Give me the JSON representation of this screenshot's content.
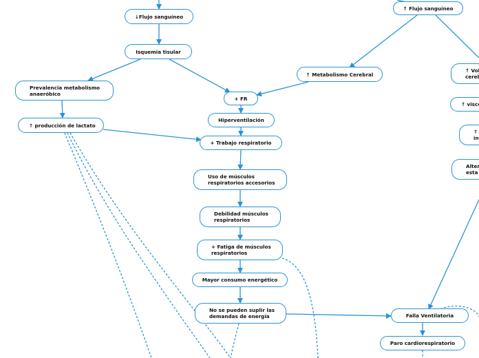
{
  "colors": {
    "line": "#2a93d5",
    "border": "#2a93d5",
    "text": "#111111"
  },
  "nodes": {
    "flujo_left": "↓Flujo sanguíneo",
    "isquemia": "Isquemia tisular",
    "prevalencia": "Prevalencia metabolismo\nanaeróbico",
    "lactato": "↑ producción de lactato",
    "fr": "+ FR",
    "hiperventilacion": "Hiperventilación",
    "trabajo": "+ Trabajo respiratorio",
    "uso_musculos": "Uso de músculos\nrespiratorios accesorios",
    "debilidad": "Debilidad músculos\nrespiratorios",
    "fatiga": "+ Fatiga de músculos\nrespiratorios",
    "consumo": "Mayor consumo energético",
    "no_suplir": "No se pueden suplir las\ndemandas de energía",
    "falla": "Falla Ventilatoria",
    "paro": "Paro cardiorespiratorio",
    "flujo_right": "↑ Flujo sanguíneo",
    "metabolismo": "↑ Metabolismo Cerebral",
    "vol_partial": "↑ Vol\ncereb",
    "visc_partial": "↑ visco",
    "in_partial": "↑\nin",
    "alter_partial": "Alter\nesta"
  }
}
